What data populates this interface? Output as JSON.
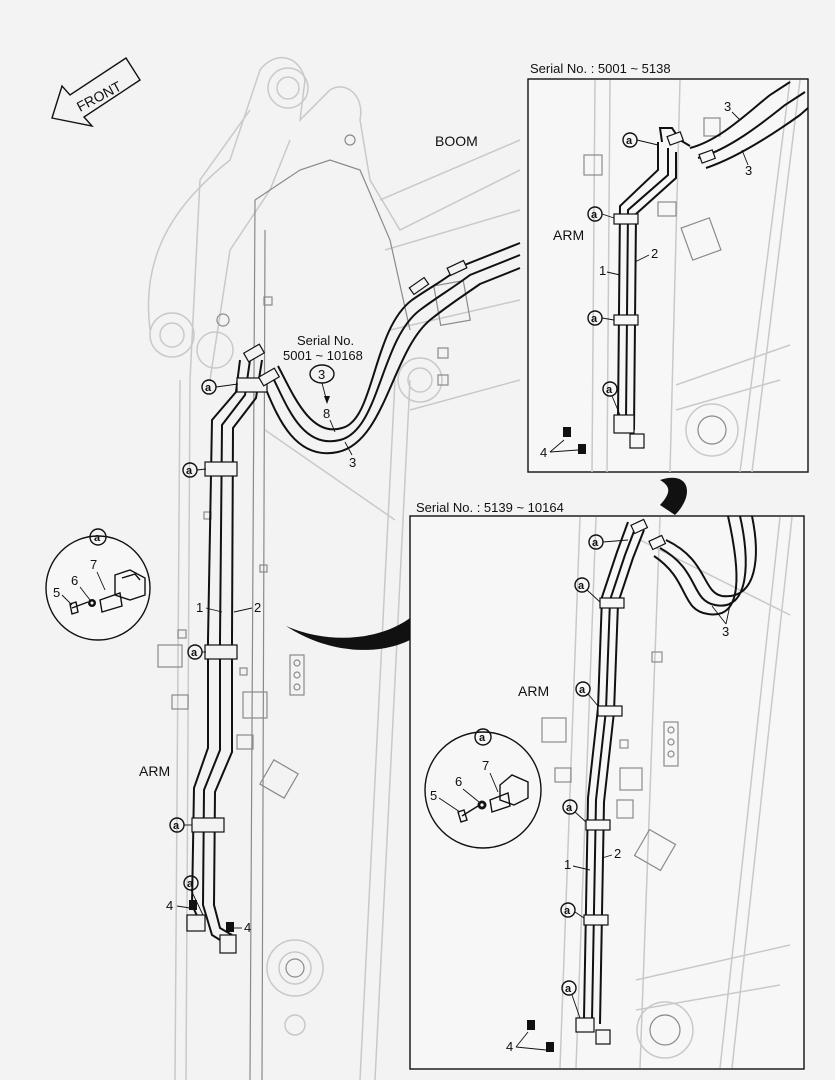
{
  "orientation": {
    "front_label": "FRONT"
  },
  "main_view": {
    "boom_label": "BOOM",
    "arm_label": "ARM",
    "serial_caption_line1": "Serial No.",
    "serial_caption_line2": "5001 ~ 10168",
    "callout_circled": "3",
    "callouts": {
      "p1": "1",
      "p2": "2",
      "p3": "3",
      "p4": "4",
      "p8": "8",
      "a": "a"
    }
  },
  "inset_top": {
    "title": "Serial No. : 5001 ~ 5138",
    "arm_label": "ARM",
    "callouts": {
      "p1": "1",
      "p2": "2",
      "p3": "3",
      "p4": "4",
      "a": "a"
    }
  },
  "inset_bottom": {
    "title": "Serial No. : 5139 ~ 10164",
    "arm_label": "ARM",
    "callouts": {
      "p1": "1",
      "p2": "2",
      "p3": "3",
      "p4": "4",
      "a": "a"
    }
  },
  "detail_a": {
    "callouts": {
      "a": "a",
      "p5": "5",
      "p6": "6",
      "p7": "7"
    }
  }
}
